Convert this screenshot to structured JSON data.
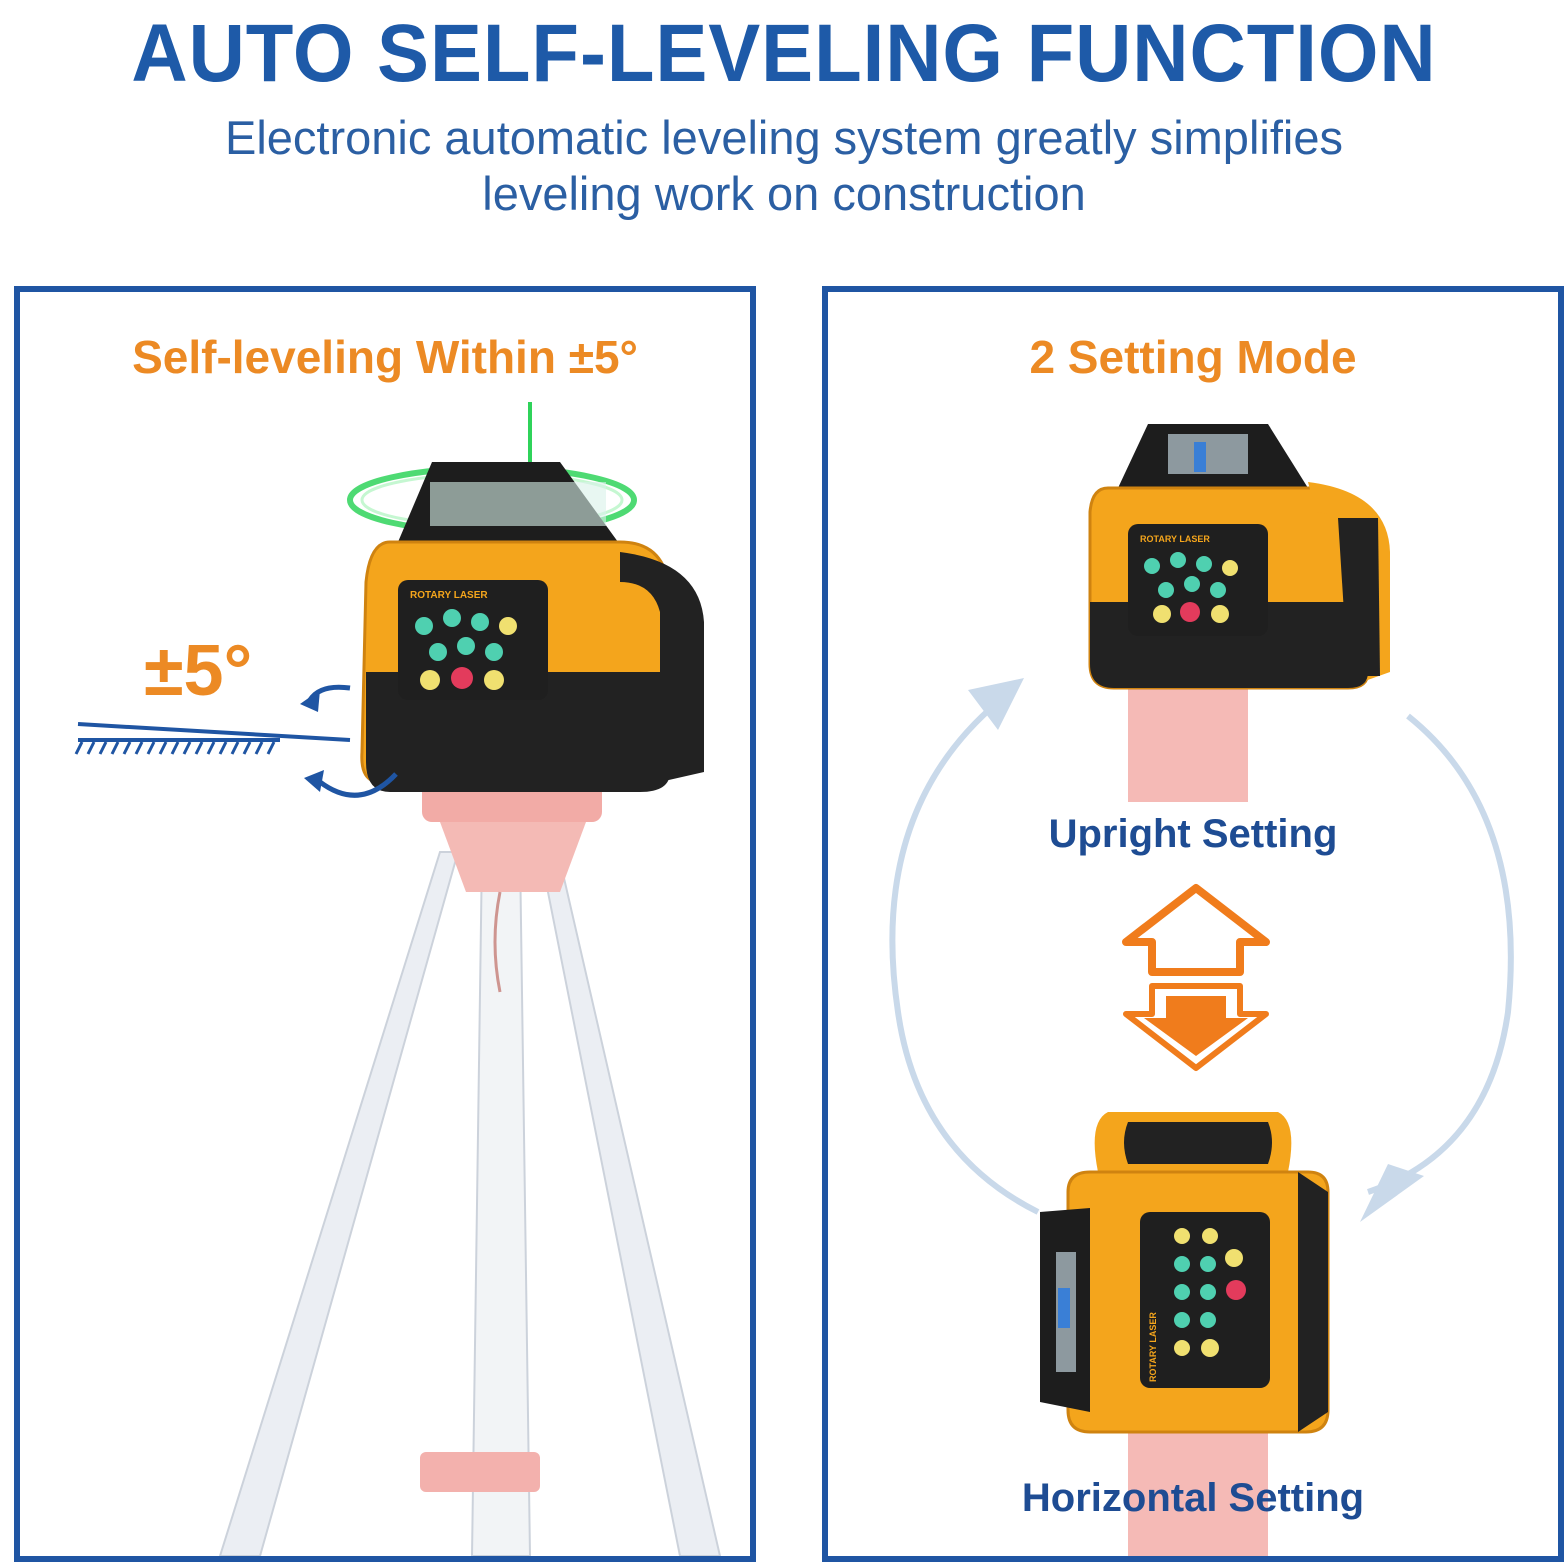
{
  "header": {
    "title": "AUTO SELF-LEVELING FUNCTION",
    "subtitle_line1": "Electronic automatic leveling system greatly simplifies",
    "subtitle_line2": "leveling work on construction"
  },
  "left_panel": {
    "title": "Self-leveling Within ±5°",
    "angle_label": "±5°",
    "device_label": "ROTARY LASER"
  },
  "right_panel": {
    "title": "2 Setting Mode",
    "upright_label": "Upright Setting",
    "horizontal_label": "Horizontal Setting",
    "device_label": "ROTARY LASER"
  },
  "colors": {
    "brand_blue": "#1e5aa8",
    "accent_orange": "#ec8a24",
    "device_yellow": "#f4a51c",
    "laser_green": "#2fd35a"
  }
}
